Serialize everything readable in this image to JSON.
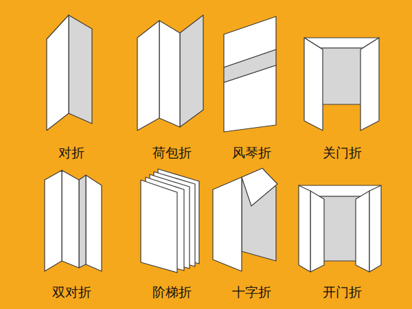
{
  "diagram": {
    "labels": [
      "对折",
      "荷包折",
      "风琴折",
      "关门折",
      "双对折",
      "阶梯折",
      "十字折",
      "开门折"
    ]
  }
}
